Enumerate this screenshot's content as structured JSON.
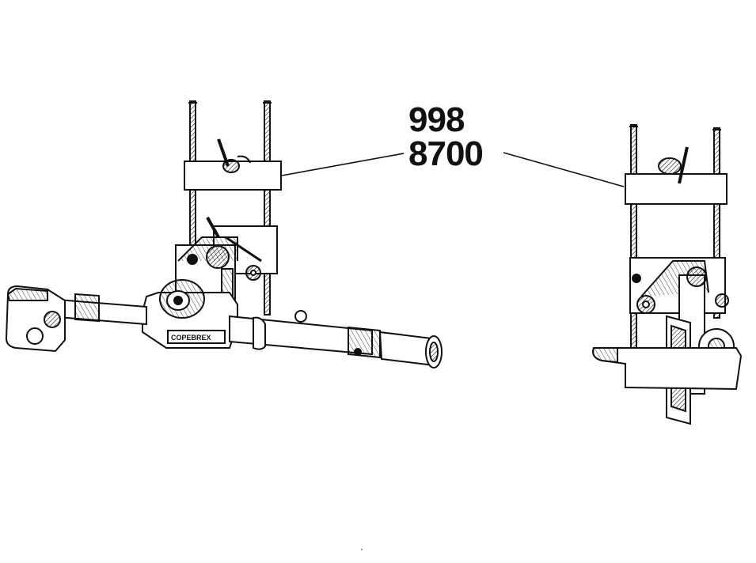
{
  "part_numbers": {
    "primary": "998",
    "secondary": "8700"
  },
  "left_assembly": {
    "brand_label": "COPEBREX"
  },
  "colors": {
    "ink": "#111111",
    "background": "#ffffff"
  }
}
